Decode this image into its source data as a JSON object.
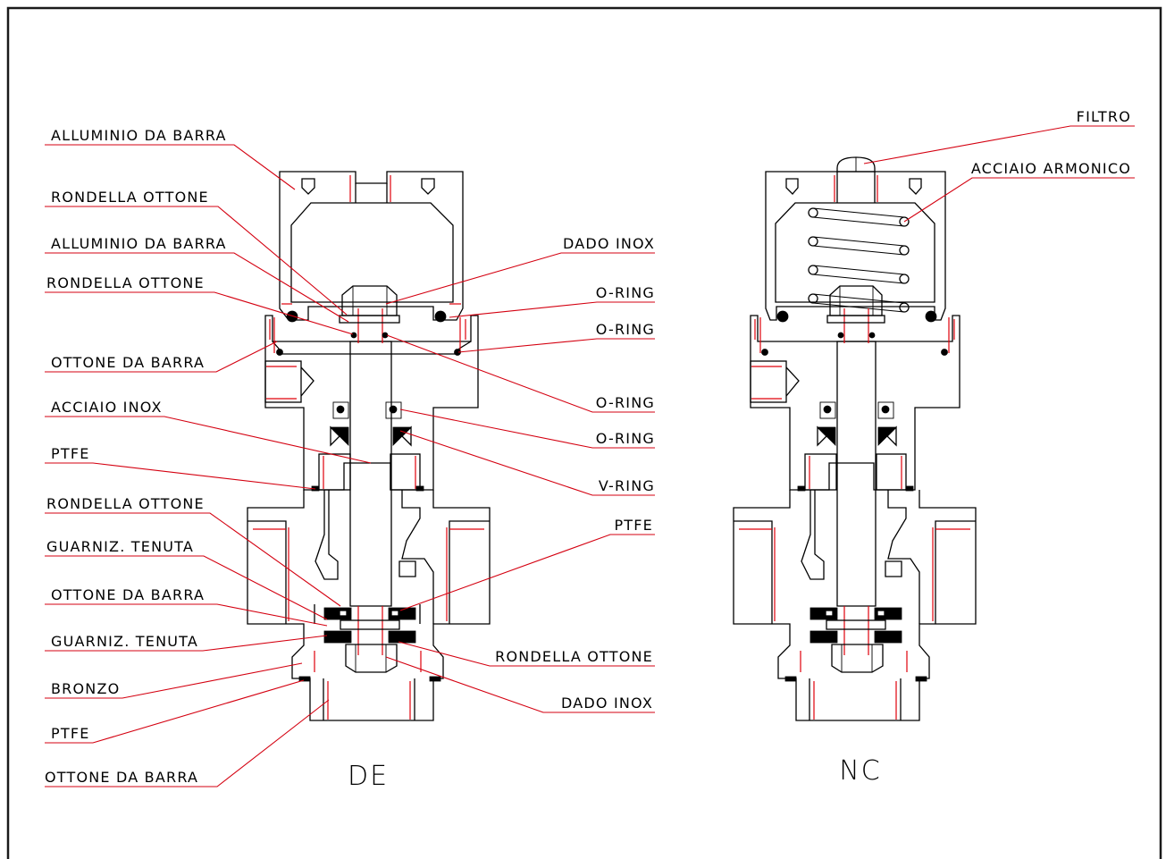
{
  "views": {
    "left": {
      "title": "DE"
    },
    "right": {
      "title": "NC"
    }
  },
  "callouts_left_de": [
    "ALLUMINIO DA BARRA",
    "RONDELLA OTTONE",
    "ALLUMINIO DA BARRA",
    "RONDELLA OTTONE",
    "OTTONE DA BARRA",
    "ACCIAIO INOX",
    "PTFE",
    "RONDELLA OTTONE",
    "GUARNIZ. TENUTA",
    "OTTONE DA BARRA",
    "GUARNIZ. TENUTA",
    "BRONZO",
    "PTFE",
    "OTTONE DA BARRA"
  ],
  "callouts_right_de": [
    "DADO INOX",
    "O-RING",
    "O-RING",
    "O-RING",
    "O-RING",
    "V-RING",
    "PTFE",
    "RONDELLA OTTONE",
    "DADO INOX"
  ],
  "callouts_nc": [
    "FILTRO",
    "ACCIAIO ARMONICO"
  ],
  "colors": {
    "outline": "#000000",
    "leader": "#d40010",
    "hidden_edges": "#e0000a",
    "background": "#ffffff",
    "frame": "#1a1a1a"
  }
}
